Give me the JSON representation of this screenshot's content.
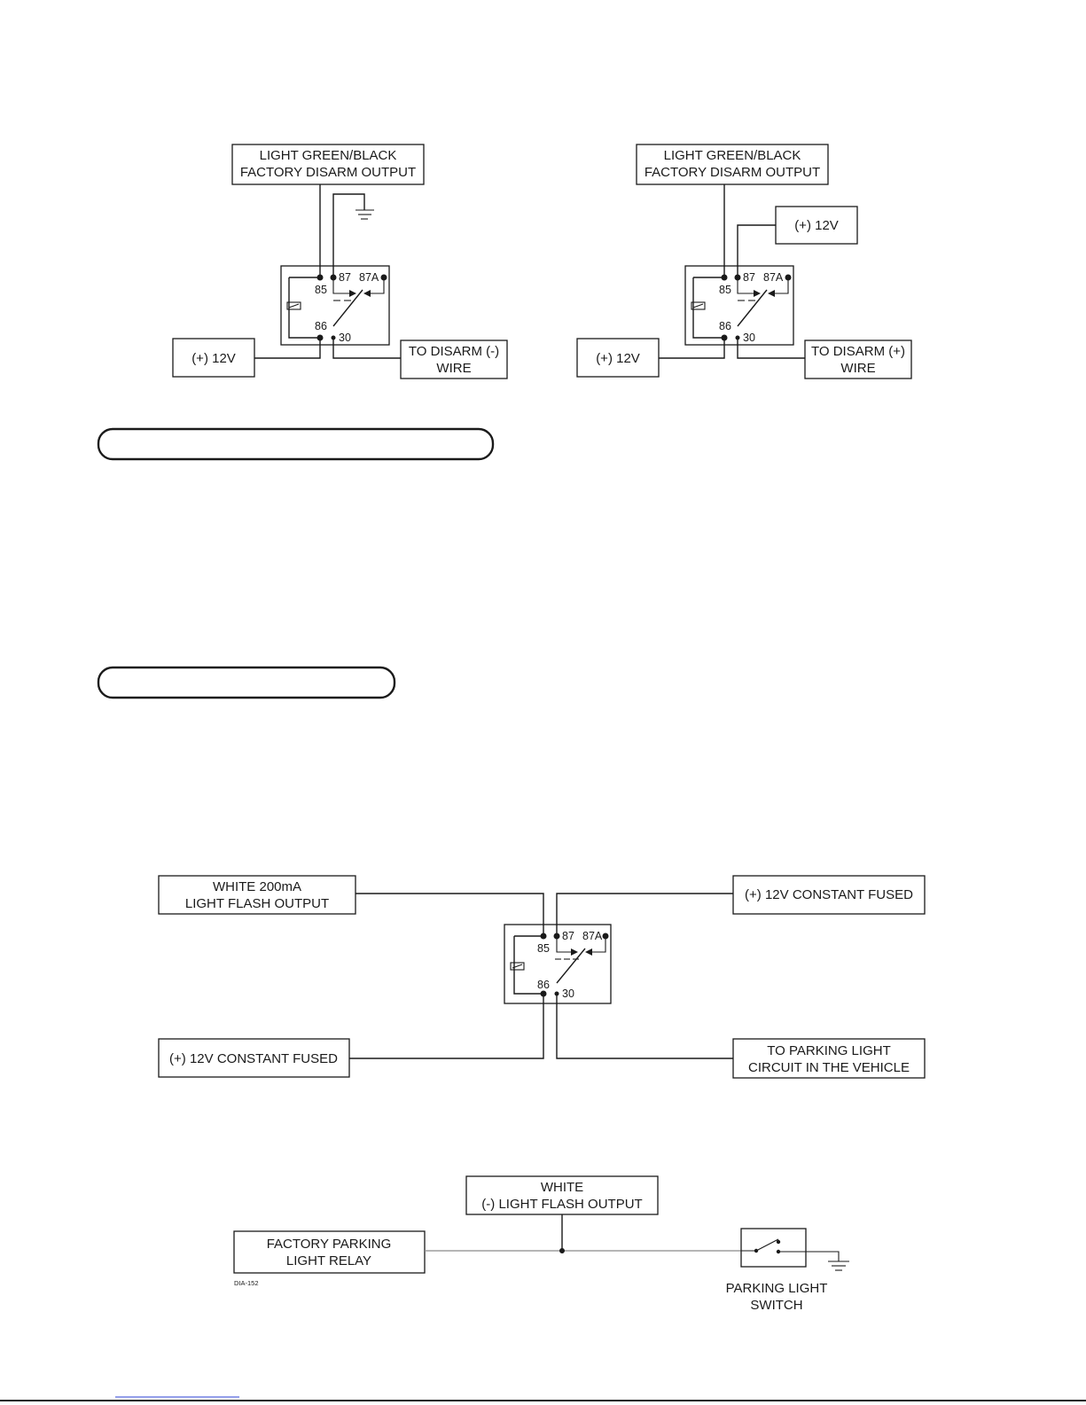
{
  "diagram1": {
    "top_label": [
      "LIGHT GREEN/BLACK",
      "FACTORY DISARM OUTPUT"
    ],
    "power_label": "(+) 12V",
    "output_label": [
      "TO DISARM (-)",
      "WIRE"
    ],
    "pins": {
      "p85": "85",
      "p86": "86",
      "p87": "87",
      "p87a": "87A",
      "p30": "30"
    }
  },
  "diagram2": {
    "top_label": [
      "LIGHT GREEN/BLACK",
      "FACTORY DISARM OUTPUT"
    ],
    "supply_label": "(+) 12V",
    "power_label": "(+) 12V",
    "output_label": [
      "TO DISARM (+)",
      "WIRE"
    ],
    "pins": {
      "p85": "85",
      "p86": "86",
      "p87": "87",
      "p87a": "87A",
      "p30": "30"
    }
  },
  "section_headers": [
    "",
    ""
  ],
  "diagram3": {
    "flash_label": [
      "WHITE 200mA",
      "LIGHT FLASH OUTPUT"
    ],
    "constant_top_label": "(+) 12V CONSTANT FUSED",
    "constant_bottom_label": "(+) 12V CONSTANT FUSED",
    "parking_label": [
      "TO PARKING LIGHT",
      "CIRCUIT IN THE VEHICLE"
    ],
    "pins": {
      "p85": "85",
      "p86": "86",
      "p87": "87",
      "p87a": "87A",
      "p30": "30"
    }
  },
  "diagram4": {
    "flash_label": [
      "WHITE",
      "(-) LIGHT FLASH OUTPUT"
    ],
    "relay_label": [
      "FACTORY PARKING",
      "LIGHT RELAY"
    ],
    "switch_label": [
      "PARKING LIGHT",
      "SWITCH"
    ],
    "code": "DIA-152"
  }
}
